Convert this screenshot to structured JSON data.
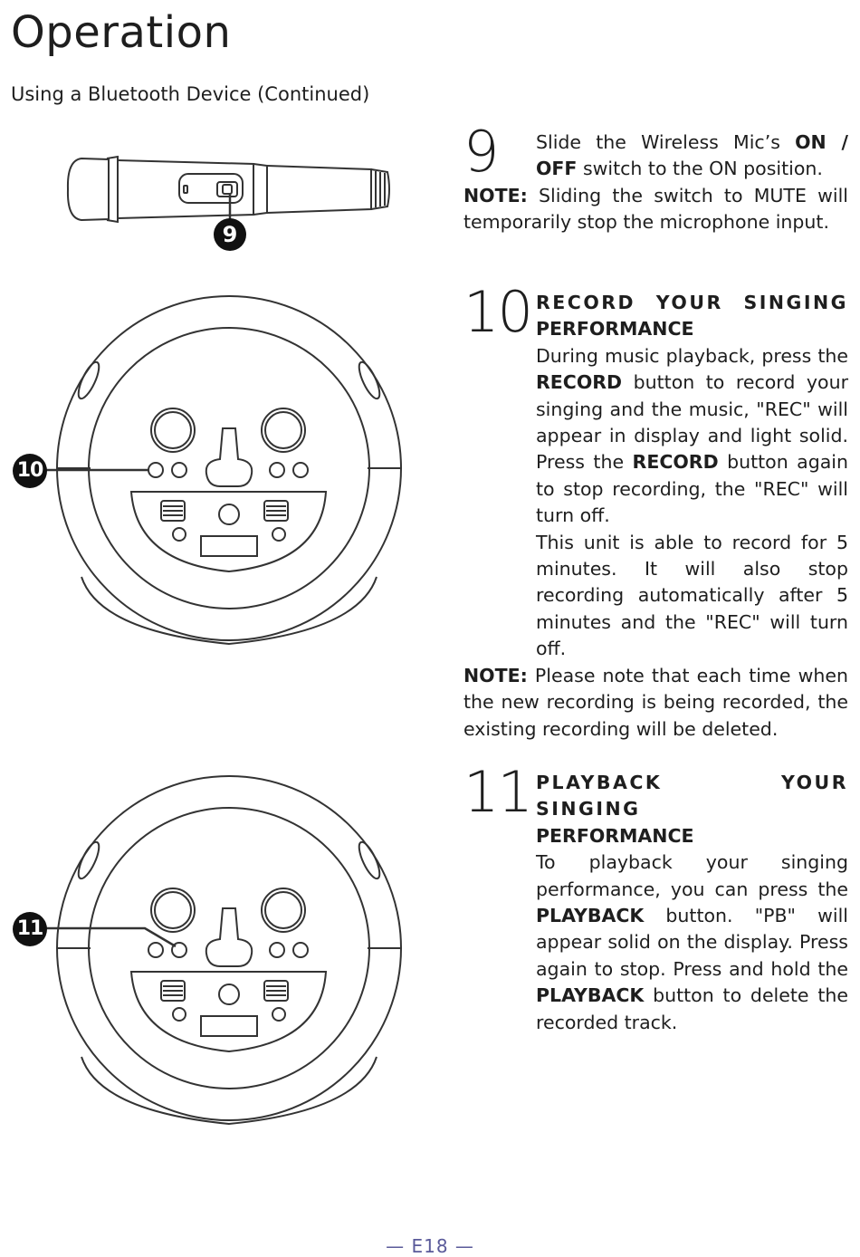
{
  "page": {
    "title": "Operation",
    "subtitle": "Using a Bluetooth Device (Continued)",
    "footer": "— E18 —"
  },
  "callouts": {
    "mic": "9",
    "record": "10",
    "playback": "11"
  },
  "steps": [
    {
      "number": "9",
      "text_pre": "Slide the Wireless Mic’s ",
      "text_bold": "ON / OFF",
      "text_post": " switch to the ON position.",
      "note_label": "NOTE:",
      "note_text": " Sliding the switch to MUTE will temporarily stop the microphone input."
    },
    {
      "number": "10",
      "heading_line1": "RECORD YOUR SINGING",
      "heading_line2": "PERFORMANCE",
      "p1_a": "During music playback, press the ",
      "p1_b": "RECORD",
      "p1_c": " button to record your singing and the music, \"REC\" will appear in display and light solid. Press the ",
      "p1_d": "RECORD",
      "p1_e": " button again to stop recording, the \"REC\" will turn off.",
      "p2": "This unit is able to record for 5 minutes. It will also stop recording automatically after 5 minutes and the \"REC\" will turn off.",
      "note_label": "NOTE:",
      "note_text": " Please note that each time when the new recording is being recorded, the existing recording will be deleted."
    },
    {
      "number": "11",
      "heading_line1": "PLAYBACK YOUR SINGING",
      "heading_line2": "PERFORMANCE",
      "p1_a": "To playback your singing performance, you can press the ",
      "p1_b": "PLAYBACK",
      "p1_c": " button. \"PB\" will appear solid on the display. Press again to stop. Press and hold the ",
      "p1_d": "PLAYBACK",
      "p1_e": " button to delete the recorded track."
    }
  ]
}
